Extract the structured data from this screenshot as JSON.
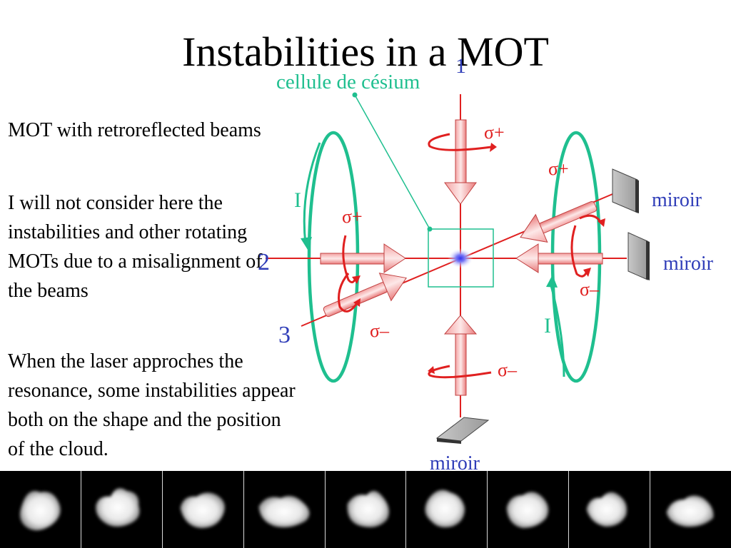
{
  "title": "Instabilities in a MOT",
  "paragraphs": [
    "MOT with retroreflected beams",
    "I will not consider here the instabilities and other rotating MOTs due to a misalignment of the beams",
    "When the laser approches the resonance, some instabilities appear both on the shape and the position of the cloud."
  ],
  "diagram": {
    "cell_label": "cellule de césium",
    "beam_labels": [
      "1",
      "2",
      "3"
    ],
    "mirror_label": "miroir",
    "current_label": "I",
    "polarization_plus": "σ+",
    "polarization_minus": "σ–",
    "colors": {
      "coil": "#1fbf8f",
      "beam_label": "#2f3db8",
      "laser": "#e02020",
      "beam_arrow": "#f08080"
    }
  },
  "images": {
    "count": 9,
    "description_hidden": true
  }
}
